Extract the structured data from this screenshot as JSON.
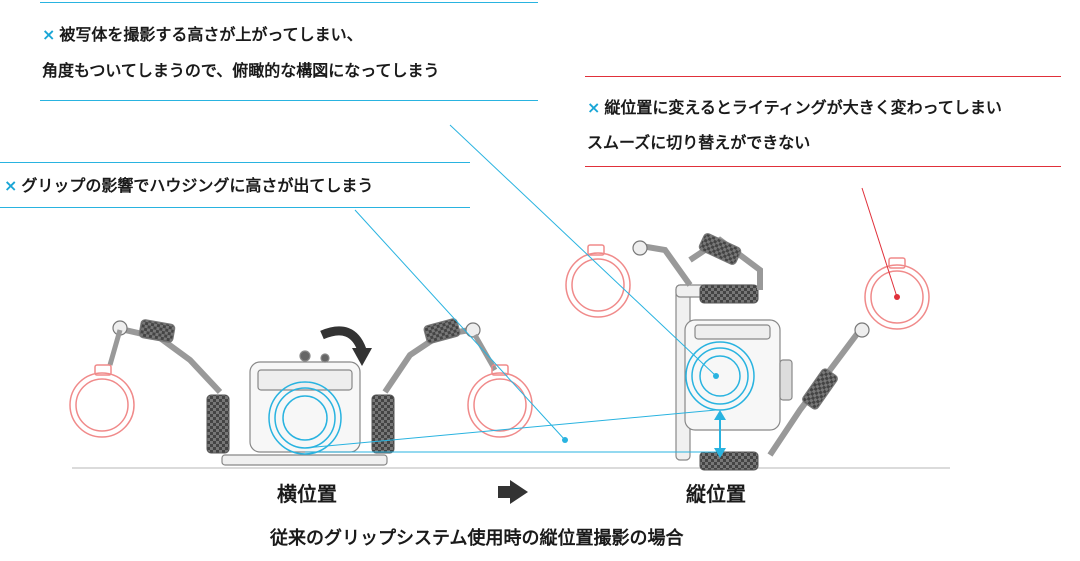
{
  "notes": {
    "note1": {
      "mark": "×",
      "line1": "被写体を撮影する高さが上がってしまい、",
      "line2": "角度もついてしまうので、俯瞰的な構図になってしまう"
    },
    "note2": {
      "mark": "×",
      "line1": "縦位置に変えるとライティングが大きく変わってしまい",
      "line2": "スムーズに切り替えができない"
    },
    "note3": {
      "mark": "×",
      "line1": "グリップの影響でハウジングに高さが出てしまう"
    }
  },
  "labels": {
    "landscape": "横位置",
    "portrait": "縦位置",
    "caption": "従来のグリップシステム使用時の縦位置撮影の場合"
  },
  "colors": {
    "accent_blue": "#29b3e0",
    "accent_red": "#e0303a",
    "strobe_red": "#f08a8a",
    "arrow_dark": "#333333"
  }
}
